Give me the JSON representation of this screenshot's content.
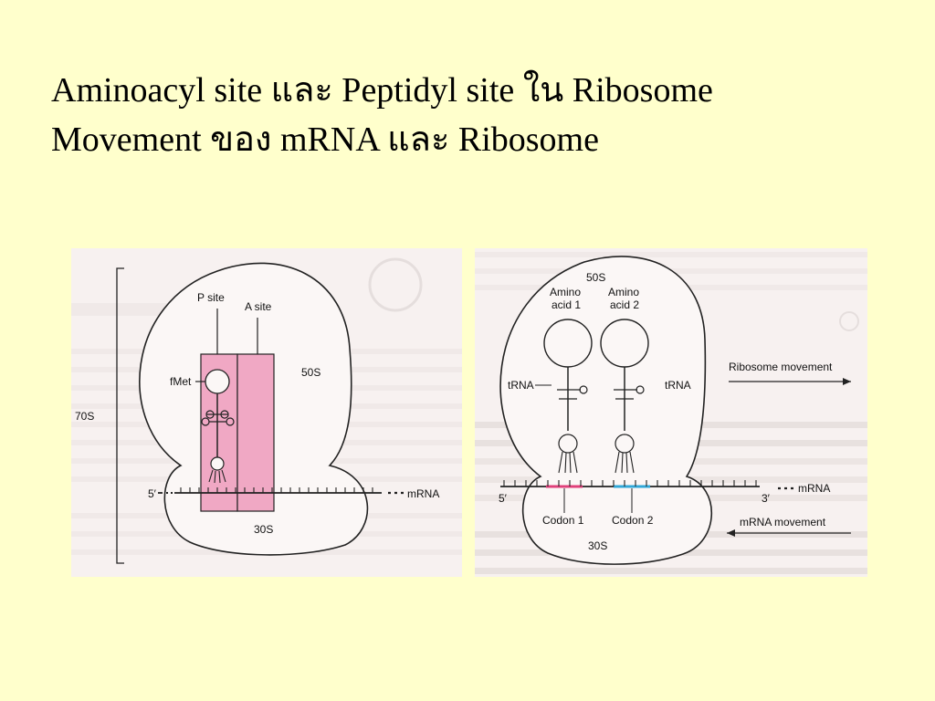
{
  "title": {
    "line1": "Aminoacyl site และ Peptidyl site ใน Ribosome",
    "line2": "Movement ของ mRNA และ Ribosome"
  },
  "left_figure": {
    "p_site": "P site",
    "a_site": "A site",
    "fmet": "fMet",
    "large_subunit": "50S",
    "ribosome": "70S",
    "five_prime": "5′",
    "mrna": "mRNA",
    "small_subunit": "30S"
  },
  "right_figure": {
    "large_subunit": "50S",
    "amino_acid_1": [
      "Amino",
      "acid 1"
    ],
    "amino_acid_2": [
      "Amino",
      "acid 2"
    ],
    "trna_left": "tRNA",
    "trna_right": "tRNA",
    "ribosome_movement": "Ribosome movement",
    "five_prime": "5′",
    "three_prime": "3′",
    "mrna": "mRNA",
    "codon_1": "Codon 1",
    "codon_2": "Codon 2",
    "small_subunit": "30S",
    "mrna_movement": "mRNA movement"
  },
  "colors": {
    "background": "#ffffcc",
    "site_fill": "#f0a8c4",
    "codon1": "#e0407a",
    "codon2": "#30a8d8"
  }
}
